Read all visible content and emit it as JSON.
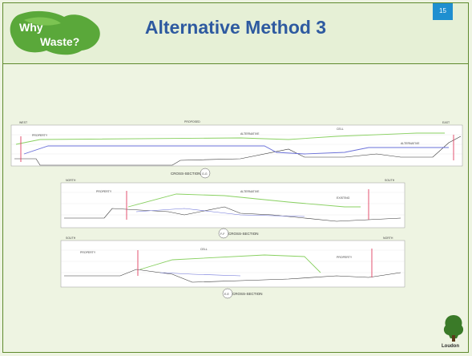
{
  "slide": {
    "title": "Alternative Method 3",
    "page_number": "15"
  },
  "logo": {
    "line1": "Why",
    "line2": "Waste?"
  },
  "corner_logo": {
    "text": "Loudon"
  },
  "sections": [
    {
      "label": "CROSS-SECTION",
      "id": "G-G"
    },
    {
      "label": "CROSS-SECTION",
      "id": "F-F"
    },
    {
      "label": "CROSS-SECTION",
      "id": "E-E"
    }
  ],
  "colors": {
    "title": "#2e5aa0",
    "border": "#5f8a2e",
    "page_badge": "#1f8fd0",
    "green_line": "#88d060",
    "blue_line": "#6a70d8",
    "red_line": "#e04060"
  }
}
